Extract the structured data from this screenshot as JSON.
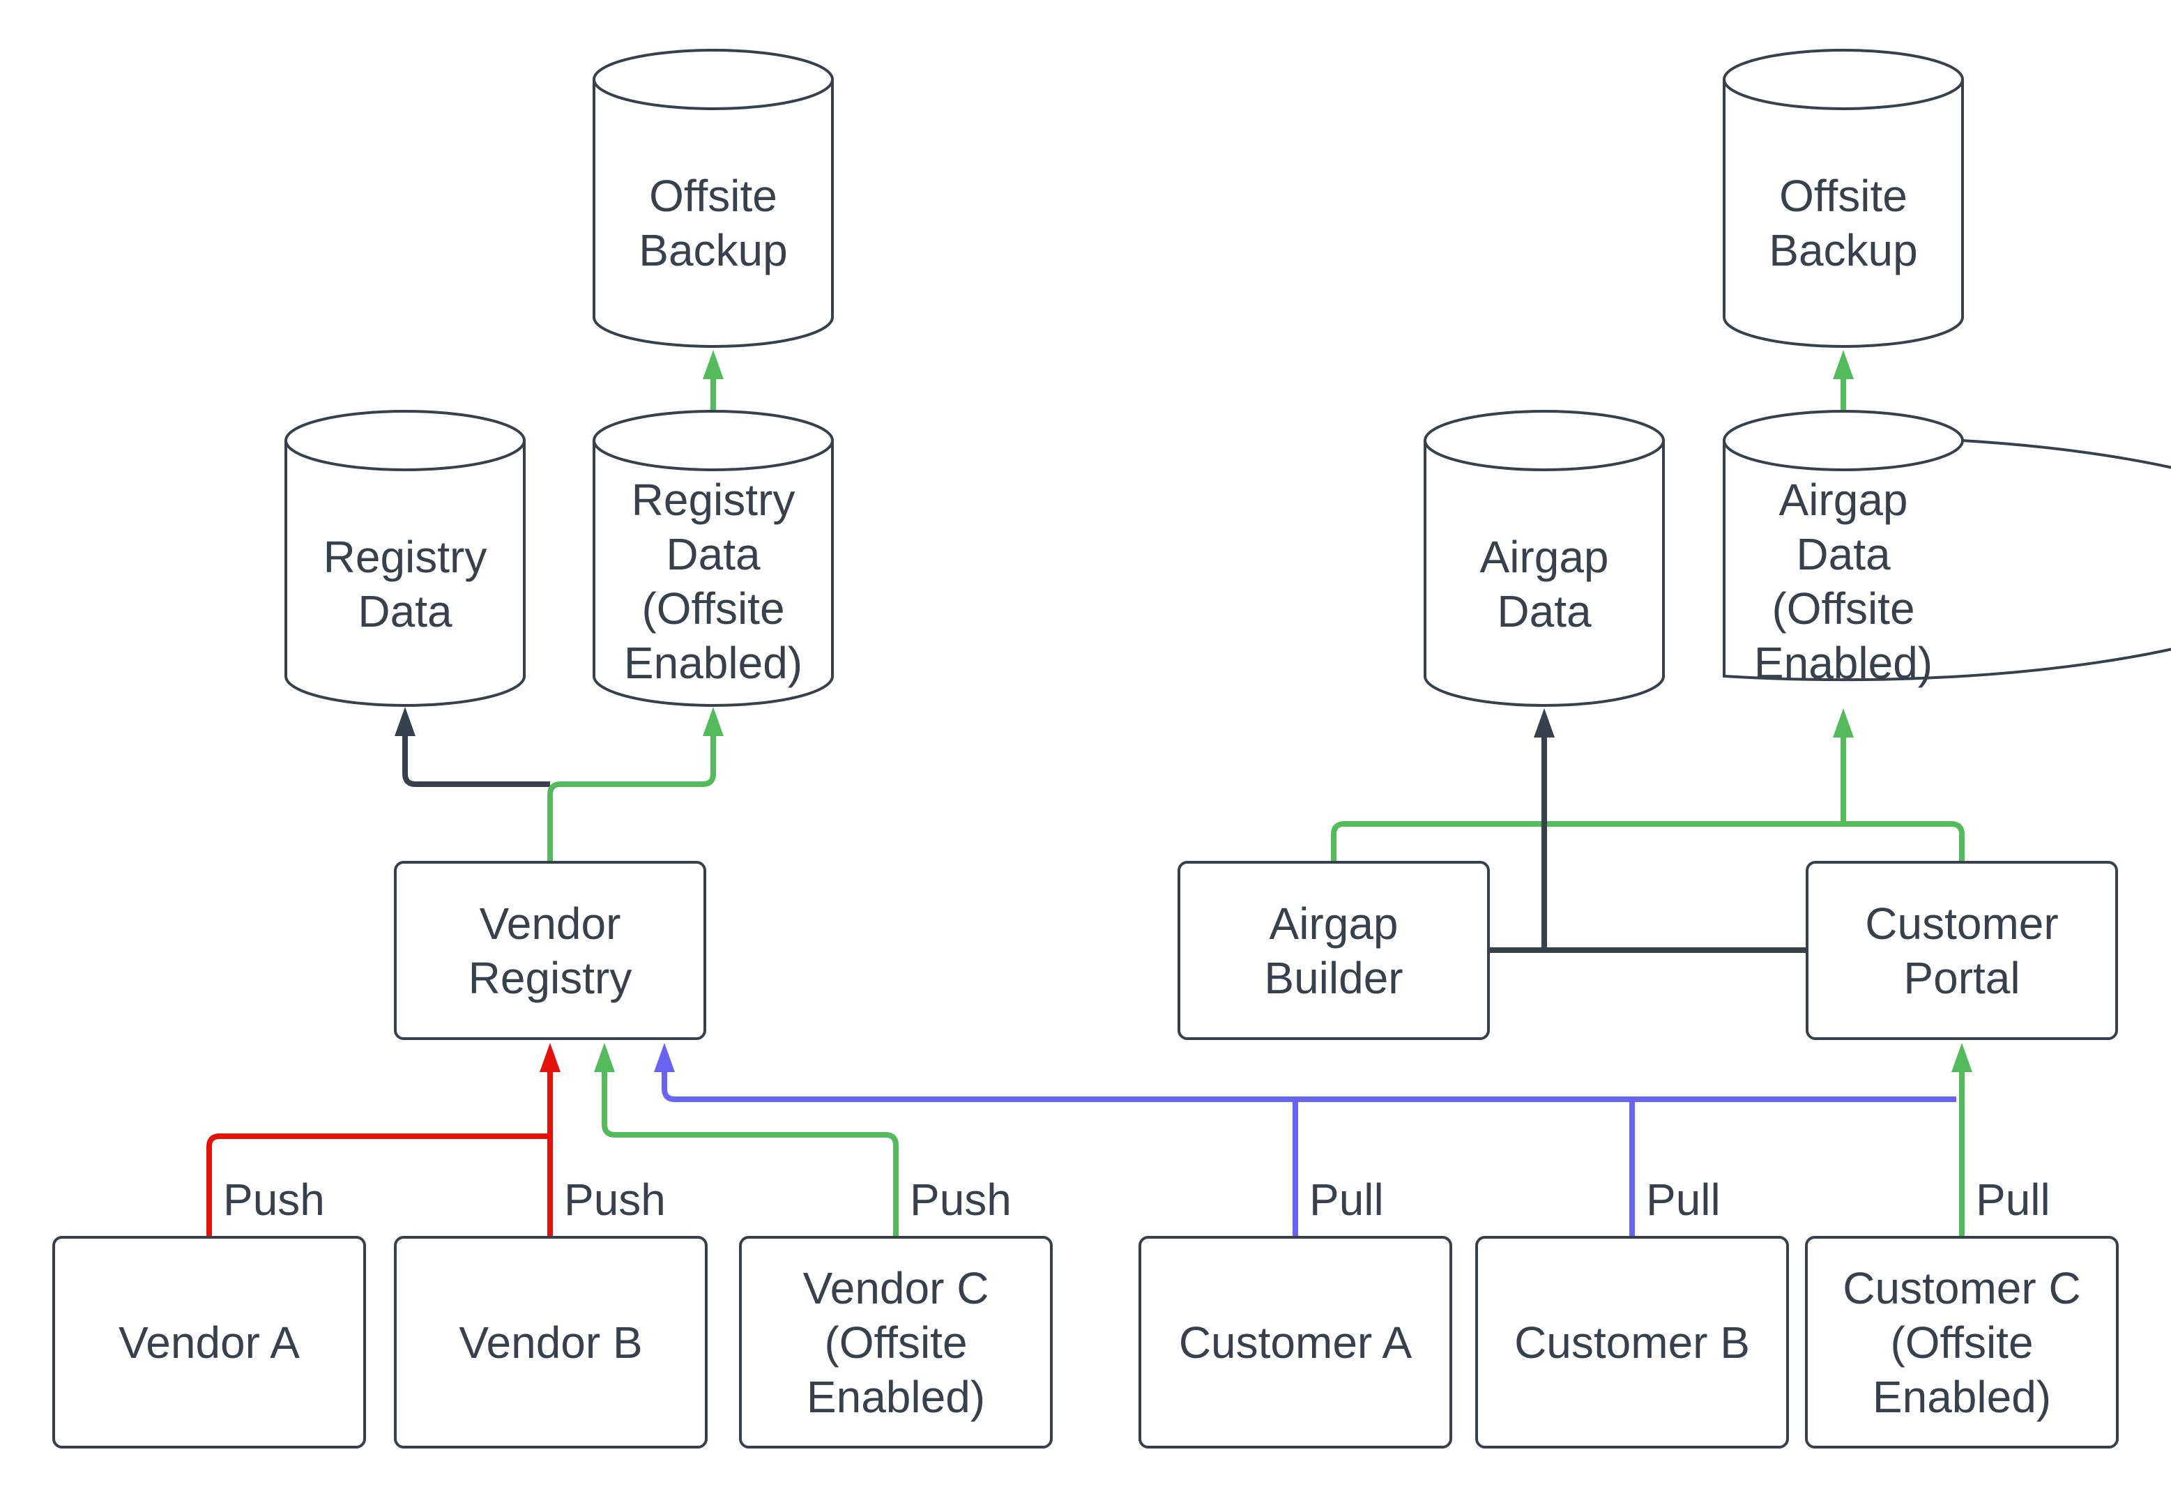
{
  "colors": {
    "ink": "#37414d",
    "red": "#e3120b",
    "green": "#53bb5c",
    "blue": "#6863f3",
    "bg": "#ffffff"
  },
  "nodes": {
    "offsite_backup_left": {
      "label": "Offsite\nBackup"
    },
    "registry_data": {
      "label": "Registry\nData"
    },
    "registry_data_offsite": {
      "label": "Registry\nData\n(Offsite\nEnabled)"
    },
    "offsite_backup_right": {
      "label": "Offsite\nBackup"
    },
    "airgap_data": {
      "label": "Airgap\nData"
    },
    "airgap_data_offsite": {
      "label": "Airgap\nData\n(Offsite\nEnabled)"
    },
    "vendor_registry": {
      "label": "Vendor\nRegistry"
    },
    "airgap_builder": {
      "label": "Airgap\nBuilder"
    },
    "customer_portal": {
      "label": "Customer\nPortal"
    },
    "vendor_a": {
      "label": "Vendor A"
    },
    "vendor_b": {
      "label": "Vendor B"
    },
    "vendor_c": {
      "label": "Vendor C\n(Offsite\nEnabled)"
    },
    "customer_a": {
      "label": "Customer A"
    },
    "customer_b": {
      "label": "Customer B"
    },
    "customer_c": {
      "label": "Customer C\n(Offsite\nEnabled)"
    }
  },
  "edges": {
    "push_a": "Push",
    "push_b": "Push",
    "push_c": "Push",
    "pull_a": "Pull",
    "pull_b": "Pull",
    "pull_c": "Pull"
  }
}
